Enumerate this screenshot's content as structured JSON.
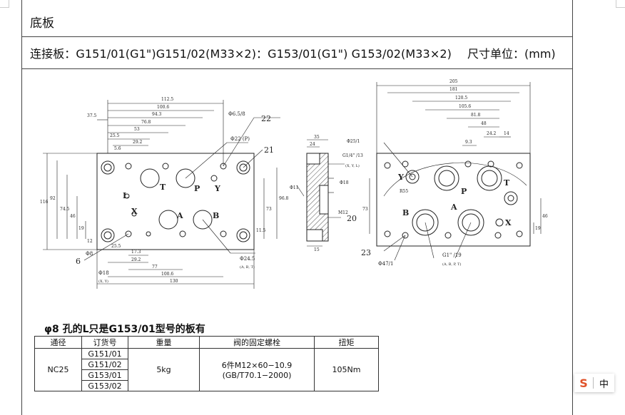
{
  "header": {
    "title": "底板",
    "subtitle": "连接板：G151/01(G1\")G151/02(M33×2)：G153/01(G1\") G153/02(M33×2)",
    "units": "尺寸单位：(mm)"
  },
  "drawing": {
    "left_view": {
      "dims_top": [
        "112.5",
        "100.6",
        "94.3",
        "76.8",
        "53",
        "37.5",
        "25.5",
        "29.2",
        "5.6"
      ],
      "dims_left": [
        "116",
        "92",
        "74.5",
        "46",
        "19",
        "12"
      ],
      "dims_right": [
        "96.8",
        "73",
        "11.5"
      ],
      "dims_bottom": [
        "25.5",
        "17.3",
        "29.2",
        "77",
        "100.6",
        "130"
      ],
      "port_labels": [
        "T",
        "P",
        "Y",
        "L",
        "X",
        "A",
        "B"
      ],
      "callouts": [
        "Φ6.5/8",
        "22",
        "Φ22 (P)",
        "21",
        "6",
        "Φ8",
        "Φ18",
        "(X, Y)",
        "Φ24.5",
        "(A, B, T)"
      ]
    },
    "side_view": {
      "dims": [
        "35",
        "24",
        "15"
      ],
      "callouts": [
        "Φ25/1",
        "G1/4\" /13",
        "(X, Y, L)",
        "Φ11",
        "Φ18",
        "M12",
        "20"
      ]
    },
    "right_view": {
      "dims_top": [
        "205",
        "181",
        "120.5",
        "105.6",
        "81.8",
        "48",
        "24.2",
        "14",
        "9.3"
      ],
      "dims_side": [
        "73",
        "46",
        "19"
      ],
      "port_labels": [
        "Y",
        "P",
        "T",
        "B",
        "A",
        "X"
      ],
      "callouts": [
        "R55",
        "23",
        "Φ47/1",
        "G1\" /19",
        "(A, B, P, T)"
      ]
    }
  },
  "note": "φ8 孔的L只是G153/01型号的板有",
  "spec_table": {
    "headers": [
      "通径",
      "订货号",
      "重量",
      "阀的固定螺栓",
      "扭矩"
    ],
    "size": "NC25",
    "order_numbers": [
      "G151/01",
      "G151/02",
      "G153/01",
      "G153/02"
    ],
    "weight": "5kg",
    "bolts_line1": "6件M12×60−10.9",
    "bolts_line2": "(GB/T70.1−2000)",
    "torque": "105Nm"
  },
  "widget": {
    "logo": "S",
    "lang": "中"
  }
}
